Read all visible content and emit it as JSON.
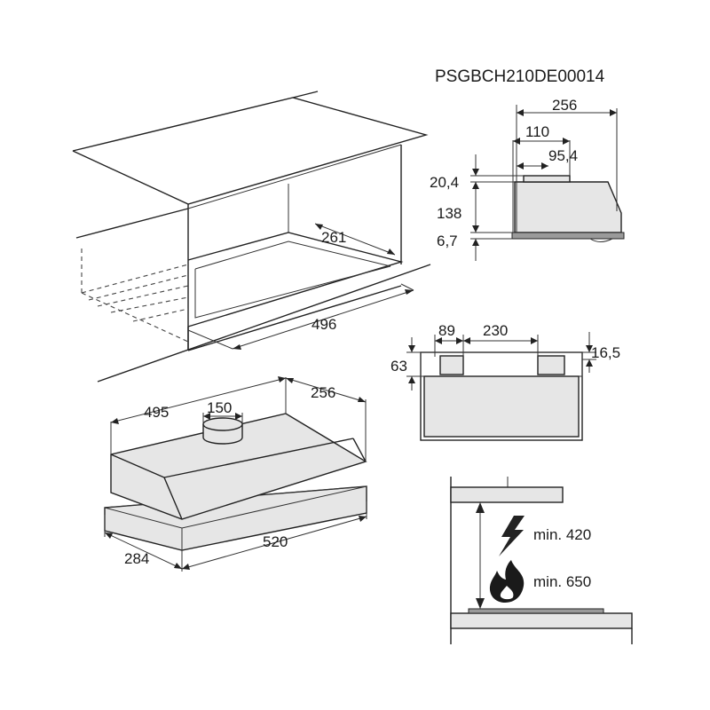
{
  "product_code": "PSGBCH210DE00014",
  "cabinet": {
    "depth": "261",
    "width": "496"
  },
  "side_view": {
    "total_depth": "256",
    "depth_110": "110",
    "outlet_offset": "95,4",
    "top_height": "20,4",
    "body_height": "138",
    "bottom_height": "6,7"
  },
  "front_view": {
    "outlet_spacing": "89",
    "outlet_gap": "230",
    "outlet_height": "63",
    "right_height": "16,5"
  },
  "hood": {
    "width": "495",
    "outlet_diameter": "150",
    "depth": "256",
    "panel_width": "520",
    "panel_depth": "284"
  },
  "clearance": {
    "electric_min": "min. 420",
    "gas_min": "min. 650"
  },
  "icons": [
    "lightning-icon",
    "flame-icon"
  ]
}
